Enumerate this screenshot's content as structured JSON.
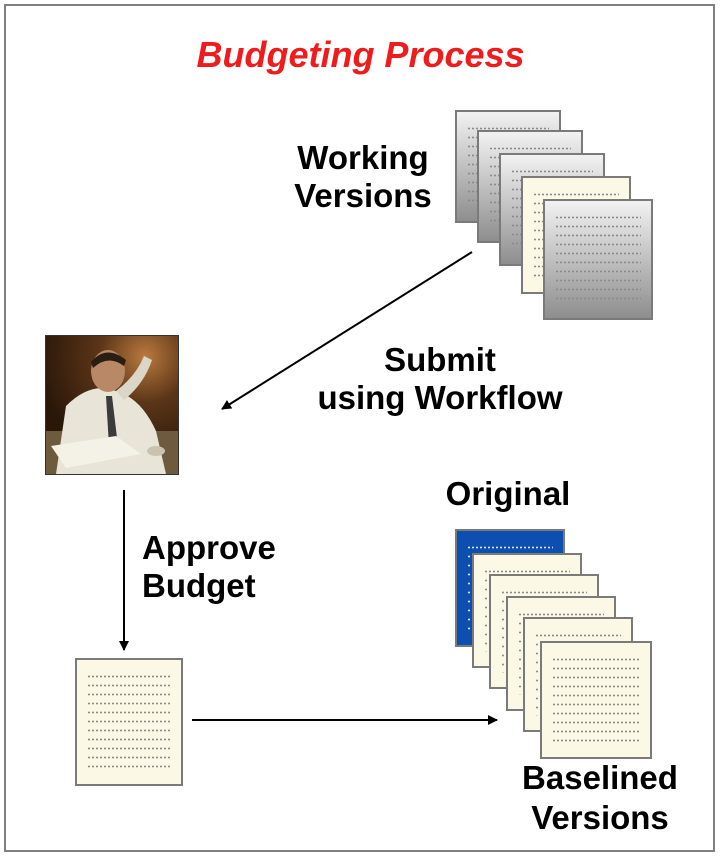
{
  "diagram": {
    "title": "Budgeting Process",
    "labels": {
      "working_line1": "Working",
      "working_line2": "Versions",
      "submit_line1": "Submit",
      "submit_line2": "using Workflow",
      "original": "Original",
      "approve_line1": "Approve",
      "approve_line2": "Budget",
      "baselined_line1": "Baselined",
      "baselined_line2": "Versions"
    },
    "colors": {
      "title": "#ee1c1c",
      "frame": "#7f7f7f",
      "page_cream": "#fbf9e6",
      "page_original": "#0c4fb1"
    },
    "icons": [
      "document-stack-icon",
      "person-at-desk-photo",
      "arrow-icon"
    ]
  }
}
